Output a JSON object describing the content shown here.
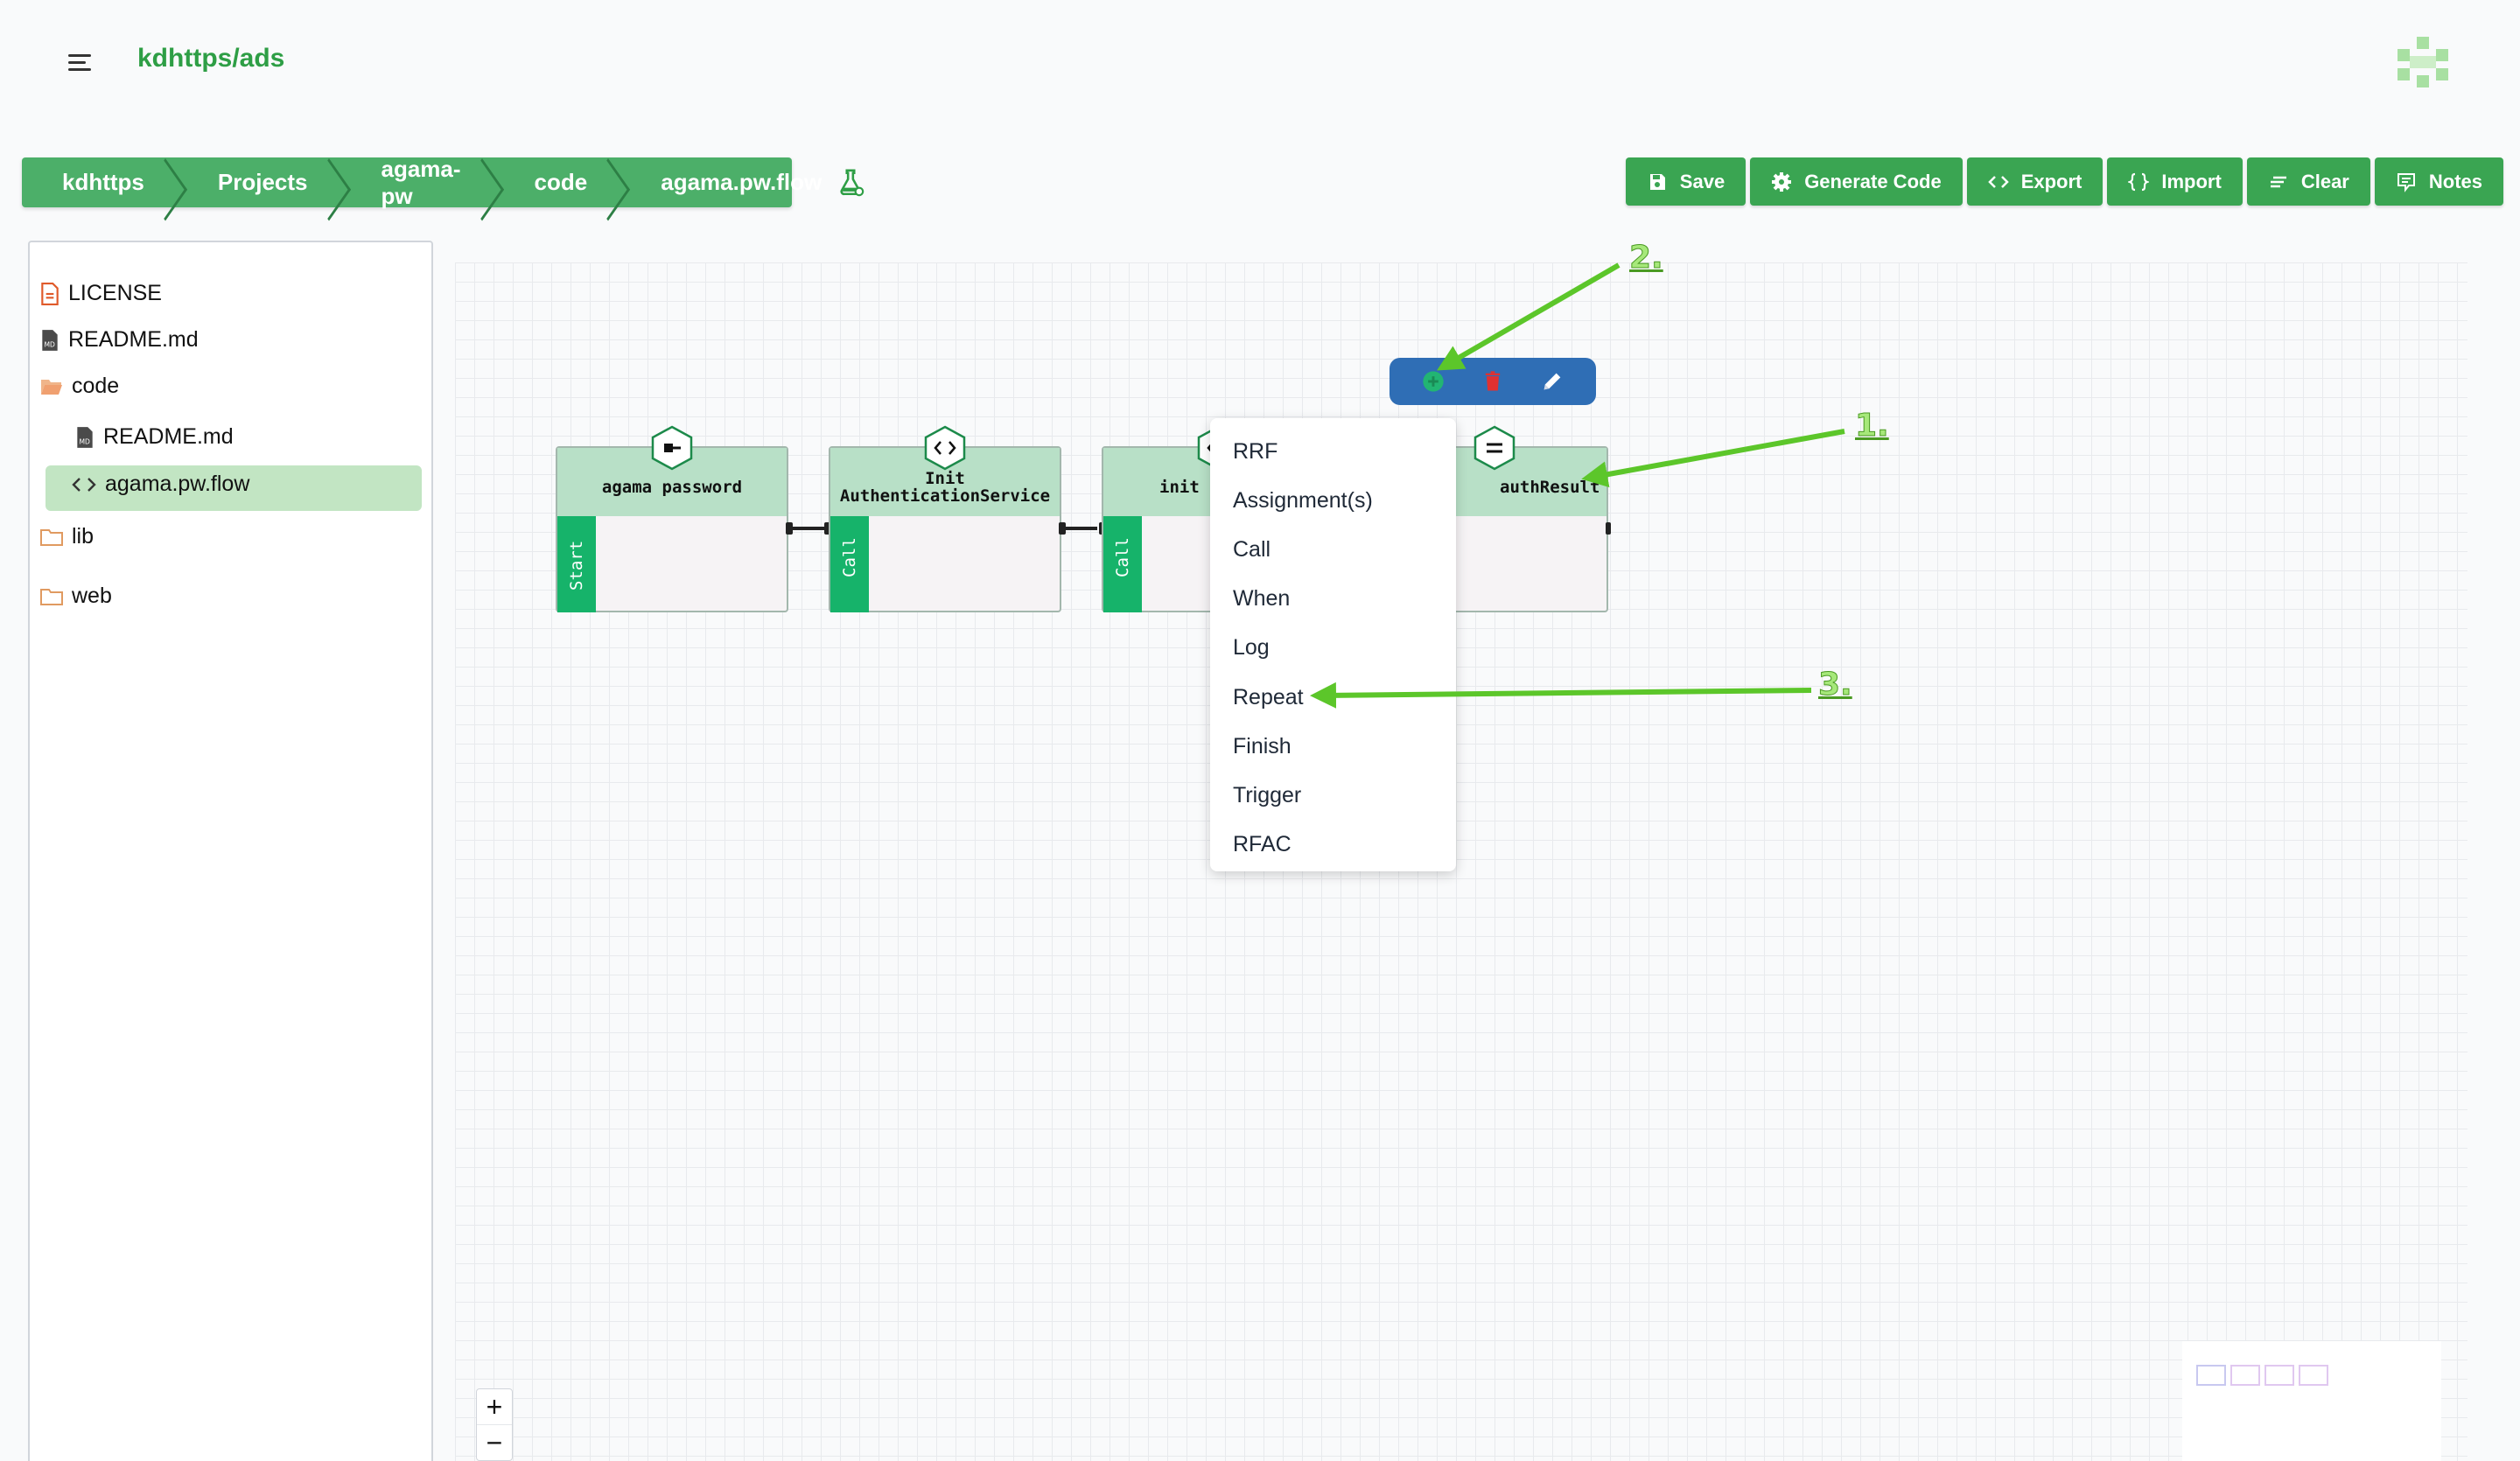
{
  "header": {
    "title": "kdhttps/ads"
  },
  "breadcrumb": [
    "kdhttps",
    "Projects",
    "agama-pw",
    "code",
    "agama.pw.flow"
  ],
  "toolbar": {
    "save": "Save",
    "generate": "Generate Code",
    "export": "Export",
    "import": "Import",
    "clear": "Clear",
    "notes": "Notes"
  },
  "tree": {
    "license": "LICENSE",
    "readme_root": "README.md",
    "code": "code",
    "readme_code": "README.md",
    "flow": "agama.pw.flow",
    "lib": "lib",
    "web": "web"
  },
  "nodes": [
    {
      "title": "agama password",
      "side": "Start"
    },
    {
      "title": "Init AuthenticationService",
      "side": "Call"
    },
    {
      "title": "init",
      "side": "Call"
    },
    {
      "title": "authResult",
      "side": ""
    }
  ],
  "menu": [
    "RRF",
    "Assignment(s)",
    "Call",
    "When",
    "Log",
    "Repeat",
    "Finish",
    "Trigger",
    "RFAC"
  ],
  "annotations": {
    "a1": "1.",
    "a2": "2.",
    "a3": "3."
  },
  "zoom": {
    "in": "+",
    "out": "−"
  },
  "colors": {
    "accent": "#3aa552",
    "node_toolbar": "#2f6eb5",
    "annotation": "#5cc62a"
  }
}
